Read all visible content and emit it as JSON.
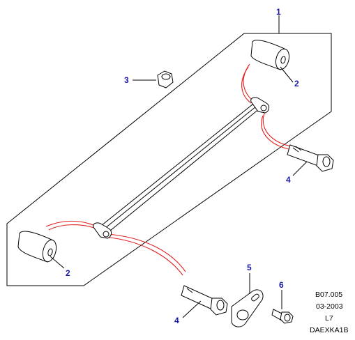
{
  "callouts": {
    "c1": "1",
    "c2a": "2",
    "c2b": "2",
    "c3": "3",
    "c4a": "4",
    "c4b": "4",
    "c5": "5",
    "c6": "6"
  },
  "reference_block": {
    "line1": "B07.005",
    "line2": "03-2003",
    "line3": "L7",
    "line4": "DAEXKA1B"
  },
  "colors": {
    "callout": "#1a1aa6",
    "ink": "#000000",
    "fit_lines": "#e02020"
  }
}
